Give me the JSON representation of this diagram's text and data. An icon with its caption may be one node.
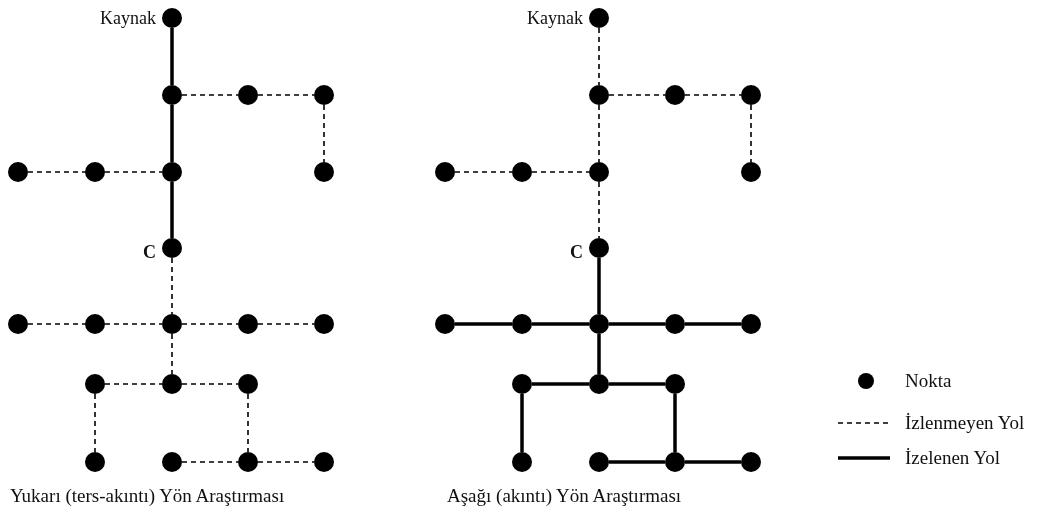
{
  "diagram": {
    "nodes": [
      {
        "text": [],
        "shape": "circle",
        "beside": [
          "Kaynak"
        ]
      },
      {
        "text": [],
        "shape": "circle"
      },
      {
        "text": [],
        "shape": "circle"
      },
      {
        "text": [],
        "shape": "circle"
      },
      {
        "text": [],
        "shape": "circle"
      },
      {
        "text": [],
        "shape": "circle"
      },
      {
        "text": [],
        "shape": "circle"
      },
      {
        "text": [],
        "shape": "circle"
      },
      {
        "text": [],
        "shape": "circle",
        "beside": [
          "C"
        ]
      },
      {
        "text": [],
        "shape": "circle"
      },
      {
        "text": [],
        "shape": "circle"
      },
      {
        "text": [],
        "shape": "circle"
      },
      {
        "text": [],
        "shape": "circle"
      },
      {
        "text": [],
        "shape": "circle"
      },
      {
        "text": [],
        "shape": "circle"
      },
      {
        "text": [],
        "shape": "circle"
      },
      {
        "text": [],
        "shape": "circle"
      },
      {
        "text": [],
        "shape": "circle"
      },
      {
        "text": [],
        "shape": "circle"
      },
      {
        "text": [],
        "shape": "circle"
      },
      {
        "text": [],
        "shape": "circle"
      },
      {
        "text": [],
        "shape": "circle",
        "beside": [
          "Kaynak"
        ]
      },
      {
        "text": [],
        "shape": "circle"
      },
      {
        "text": [],
        "shape": "circle"
      },
      {
        "text": [],
        "shape": "circle"
      },
      {
        "text": [],
        "shape": "circle"
      },
      {
        "text": [],
        "shape": "circle"
      },
      {
        "text": [],
        "shape": "circle"
      },
      {
        "text": [],
        "shape": "circle"
      },
      {
        "text": [],
        "shape": "circle",
        "beside": [
          "C"
        ]
      },
      {
        "text": [],
        "shape": "circle"
      },
      {
        "text": [],
        "shape": "circle"
      },
      {
        "text": [],
        "shape": "circle"
      },
      {
        "text": [],
        "shape": "circle"
      },
      {
        "text": [],
        "shape": "circle"
      },
      {
        "text": [],
        "shape": "circle"
      },
      {
        "text": [],
        "shape": "circle"
      },
      {
        "text": [],
        "shape": "circle"
      },
      {
        "text": [],
        "shape": "circle"
      },
      {
        "text": [],
        "shape": "circle"
      },
      {
        "text": [],
        "shape": "circle"
      },
      {
        "text": [],
        "shape": "circle"
      }
    ],
    "edges": [
      {
        "from": 0,
        "to": 1,
        "arrow": "none",
        "style": "thick"
      },
      {
        "from": 1,
        "to": 2,
        "arrow": "none",
        "style": "dashed"
      },
      {
        "from": 2,
        "to": 3,
        "arrow": "none",
        "style": "dashed"
      },
      {
        "from": 3,
        "to": 7,
        "arrow": "none",
        "style": "dashed"
      },
      {
        "from": 1,
        "to": 6,
        "arrow": "none",
        "style": "thick"
      },
      {
        "from": 4,
        "to": 5,
        "arrow": "none",
        "style": "dashed"
      },
      {
        "from": 5,
        "to": 6,
        "arrow": "none",
        "style": "dashed"
      },
      {
        "from": 6,
        "to": 8,
        "arrow": "none",
        "style": "thick"
      },
      {
        "from": 8,
        "to": 11,
        "arrow": "none",
        "style": "dashed"
      },
      {
        "from": 9,
        "to": 10,
        "arrow": "none",
        "style": "dashed"
      },
      {
        "from": 10,
        "to": 11,
        "arrow": "none",
        "style": "dashed"
      },
      {
        "from": 11,
        "to": 12,
        "arrow": "none",
        "style": "dashed"
      },
      {
        "from": 12,
        "to": 13,
        "arrow": "none",
        "style": "dashed"
      },
      {
        "from": 11,
        "to": 15,
        "arrow": "none",
        "style": "dashed"
      },
      {
        "from": 14,
        "to": 15,
        "arrow": "none",
        "style": "dashed"
      },
      {
        "from": 15,
        "to": 16,
        "arrow": "none",
        "style": "dashed"
      },
      {
        "from": 14,
        "to": 17,
        "arrow": "none",
        "style": "dashed"
      },
      {
        "from": 16,
        "to": 19,
        "arrow": "none",
        "style": "dashed"
      },
      {
        "from": 18,
        "to": 19,
        "arrow": "none",
        "style": "dashed"
      },
      {
        "from": 19,
        "to": 20,
        "arrow": "none",
        "style": "dashed"
      },
      {
        "from": 21,
        "to": 22,
        "arrow": "none",
        "style": "dashed"
      },
      {
        "from": 22,
        "to": 23,
        "arrow": "none",
        "style": "dashed"
      },
      {
        "from": 23,
        "to": 24,
        "arrow": "none",
        "style": "dashed"
      },
      {
        "from": 24,
        "to": 28,
        "arrow": "none",
        "style": "dashed"
      },
      {
        "from": 22,
        "to": 27,
        "arrow": "none",
        "style": "dashed"
      },
      {
        "from": 25,
        "to": 26,
        "arrow": "none",
        "style": "dashed"
      },
      {
        "from": 26,
        "to": 27,
        "arrow": "none",
        "style": "dashed"
      },
      {
        "from": 27,
        "to": 29,
        "arrow": "none",
        "style": "dashed"
      },
      {
        "from": 29,
        "to": 32,
        "arrow": "none",
        "style": "thick"
      },
      {
        "from": 30,
        "to": 31,
        "arrow": "none",
        "style": "thick"
      },
      {
        "from": 31,
        "to": 32,
        "arrow": "none",
        "style": "thick"
      },
      {
        "from": 32,
        "to": 33,
        "arrow": "none",
        "style": "thick"
      },
      {
        "from": 33,
        "to": 34,
        "arrow": "none",
        "style": "thick"
      },
      {
        "from": 32,
        "to": 36,
        "arrow": "none",
        "style": "thick"
      },
      {
        "from": 35,
        "to": 36,
        "arrow": "none",
        "style": "thick"
      },
      {
        "from": 36,
        "to": 37,
        "arrow": "none",
        "style": "thick"
      },
      {
        "from": 35,
        "to": 38,
        "arrow": "none",
        "style": "thick"
      },
      {
        "from": 37,
        "to": 40,
        "arrow": "none",
        "style": "thick"
      },
      {
        "from": 39,
        "to": 40,
        "arrow": "none",
        "style": "thick"
      },
      {
        "from": 40,
        "to": 41,
        "arrow": "none",
        "style": "thick"
      }
    ],
    "labels": [
      "Yukarı (ters-akıntı) Yön Araştırması",
      "Aşağı (akıntı) Yön Araştırması"
    ],
    "legend": [
      {
        "text": "Nokta"
      },
      {
        "text": "İzlenmeyen Yol"
      },
      {
        "text": "İzelenen Yol"
      }
    ]
  }
}
